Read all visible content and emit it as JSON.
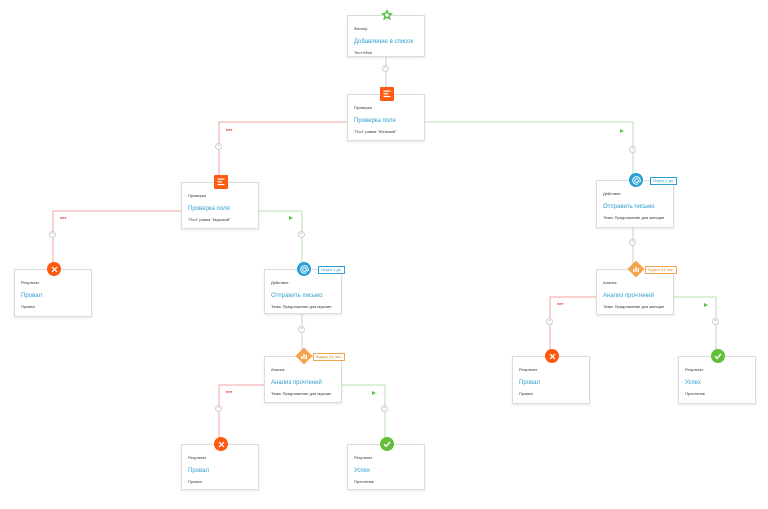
{
  "nodes": {
    "n1": {
      "type": "Фильтр",
      "title": "Добавление в список",
      "desc": "Тест 69ch",
      "icon": "star-icon"
    },
    "n2": {
      "type": "Проверка",
      "title": "Проверка поля",
      "desc": "\"Пол\" равна \"Женский\"",
      "icon": "form-icon"
    },
    "n3": {
      "type": "Проверка",
      "title": "Проверка поля",
      "desc": "\"Пол\" равна \"Мужской\"",
      "icon": "form-icon"
    },
    "n4": {
      "type": "Действие",
      "title": "Отправить письмо",
      "desc": "Тема: Предложение для женщин",
      "icon": "email-icon",
      "tag": "Через 1 дн."
    },
    "n5": {
      "type": "Результат",
      "title": "Провал",
      "desc": "Провал",
      "icon": "close-icon"
    },
    "n6": {
      "type": "Действие",
      "title": "Отправить письмо",
      "desc": "Тема: Предложение для мужчин",
      "icon": "email-icon",
      "tag": "Через 1 дн."
    },
    "n7": {
      "type": "Анализ",
      "title": "Анализ прочтений",
      "desc": "Тема: Предложение для женщин",
      "icon": "analysis-icon",
      "tag": "Ждать 24 час."
    },
    "n8": {
      "type": "Анализ",
      "title": "Анализ прочтений",
      "desc": "Тема: Предложение для мужчин",
      "icon": "analysis-icon",
      "tag": "Ждать 24 час."
    },
    "n9": {
      "type": "Результат",
      "title": "Провал",
      "desc": "Провал",
      "icon": "close-icon"
    },
    "n10": {
      "type": "Результат",
      "title": "Успех",
      "desc": "Прочтение",
      "icon": "check-icon"
    },
    "n11": {
      "type": "Результат",
      "title": "Провал",
      "desc": "Провал",
      "icon": "close-icon"
    },
    "n12": {
      "type": "Результат",
      "title": "Успех",
      "desc": "Прочтение",
      "icon": "check-icon"
    }
  },
  "branch_labels": {
    "no": "нет"
  },
  "colors": {
    "accent": "#2f9fd0",
    "fail": "#ff5a12",
    "success": "#62be3b",
    "wait": "#f4a44c",
    "star": "#5cc14b"
  }
}
